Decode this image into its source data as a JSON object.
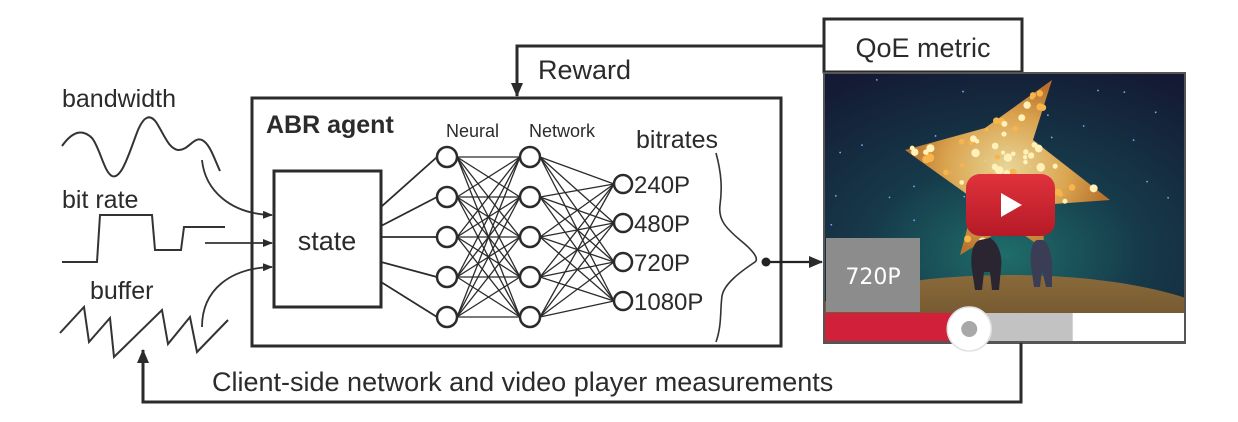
{
  "inputs": {
    "bandwidth_label": "bandwidth",
    "bitrate_label": "bit rate",
    "buffer_label": "buffer"
  },
  "agent": {
    "title": "ABR agent",
    "nn_label_1": "Neural",
    "nn_label_2": "Network",
    "state_label": "state",
    "bitrates_label": "bitrates",
    "bitrates": [
      "240P",
      "480P",
      "720P",
      "1080P"
    ],
    "hidden_layer_nodes": 5,
    "output_nodes": 4
  },
  "reward_label": "Reward",
  "qoe_label": "QoE metric",
  "player": {
    "quality_badge": "720P",
    "played_fraction": 0.36,
    "buffered_fraction": 0.69,
    "icon": "play-icon",
    "colors": {
      "progress_played": "#d0203a",
      "progress_buffered": "#c2c2c2",
      "badge_bg": "#8c8c8c",
      "play_button": "#cc1f2d"
    }
  },
  "feedback_label": "Client-side network and video player measurements",
  "colors": {
    "stroke": "#2b2b2b",
    "text": "#2b2b2b"
  }
}
